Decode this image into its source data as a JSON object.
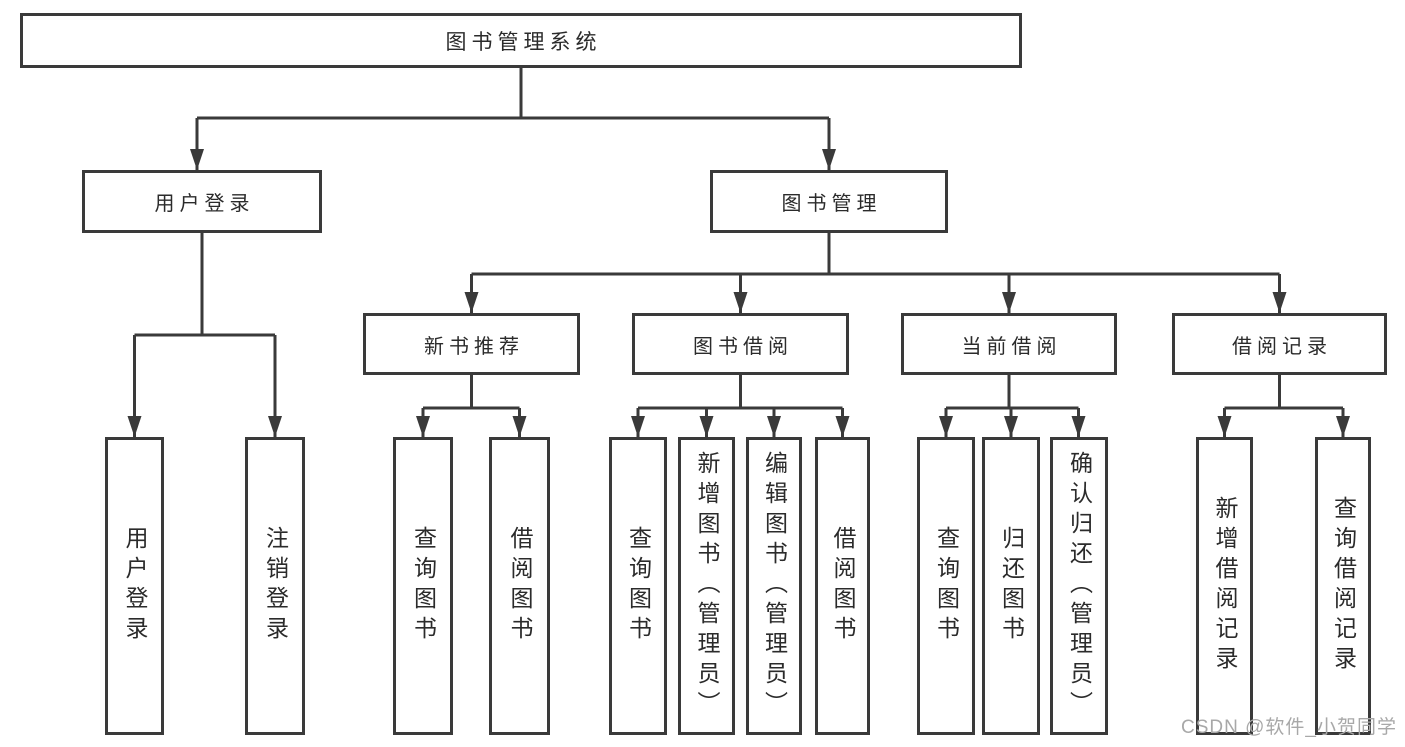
{
  "diagram": {
    "watermark": "CSDN @软件_小贺同学",
    "colors": {
      "line": "#3a3a3a",
      "text": "#2b2b2b",
      "watermark": "#a8a8a8",
      "box_background": "#ffffff"
    },
    "root": {
      "label": "图书管理系统"
    },
    "branches": [
      {
        "label": "用户登录",
        "children": [
          {
            "label": "用户登录"
          },
          {
            "label": "注销登录"
          }
        ]
      },
      {
        "label": "图书管理",
        "children": [
          {
            "label": "新书推荐",
            "children": [
              {
                "label": "查询图书"
              },
              {
                "label": "借阅图书"
              }
            ]
          },
          {
            "label": "图书借阅",
            "children": [
              {
                "label": "查询图书"
              },
              {
                "label": "新增图书（管理员）"
              },
              {
                "label": "编辑图书（管理员）"
              },
              {
                "label": "借阅图书"
              }
            ]
          },
          {
            "label": "当前借阅",
            "children": [
              {
                "label": "查询图书"
              },
              {
                "label": "归还图书"
              },
              {
                "label": "确认归还（管理员）"
              }
            ]
          },
          {
            "label": "借阅记录",
            "children": [
              {
                "label": "新增借阅记录"
              },
              {
                "label": "查询借阅记录"
              }
            ]
          }
        ]
      }
    ]
  }
}
